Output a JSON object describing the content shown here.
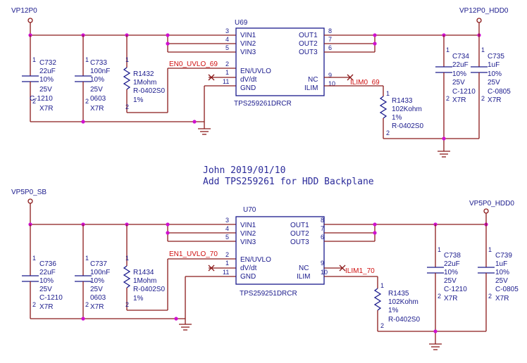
{
  "note": {
    "line1": "John 2019/01/10",
    "line2": "Add TPS259261 for HDD Backplane"
  },
  "top": {
    "net_in": "VP12P0",
    "net_out": "VP12P0_HDD0",
    "ic_ref": "U69",
    "ic_part": "TPS259261DRCR",
    "en_net": "EN0_UVLO_69",
    "ilim_net": "ILIM0_69",
    "caps_in": [
      {
        "ref": "C732",
        "val": "22uF",
        "tol": "10%",
        "volt": "25V",
        "pkg": "C-1210",
        "diel": "X7R"
      },
      {
        "ref": "C733",
        "val": "100nF",
        "tol": "10%",
        "volt": "25V",
        "pkg": "0603",
        "diel": "X7R"
      }
    ],
    "res_en": {
      "ref": "R1432",
      "val": "1Mohm",
      "pkg": "R-0402S0",
      "tol": "1%"
    },
    "res_ilim": {
      "ref": "R1433",
      "val": "102Kohm",
      "tol": "1%",
      "pkg": "R-0402S0"
    },
    "caps_out": [
      {
        "ref": "C734",
        "val": "22uF",
        "tol": "10%",
        "volt": "25V",
        "pkg": "C-1210",
        "diel": "X7R"
      },
      {
        "ref": "C735",
        "val": "1uF",
        "tol": "10%",
        "volt": "25V",
        "pkg": "C-0805",
        "diel": "X7R"
      }
    ]
  },
  "bottom": {
    "net_in": "VP5P0_SB",
    "net_out": "VP5P0_HDD0",
    "ic_ref": "U70",
    "ic_part": "TPS259251DRCR",
    "en_net": "EN1_UVLO_70",
    "ilim_net": "ILIM1_70",
    "caps_in": [
      {
        "ref": "C736",
        "val": "22uF",
        "tol": "10%",
        "volt": "25V",
        "pkg": "C-1210",
        "diel": "X7R"
      },
      {
        "ref": "C737",
        "val": "100nF",
        "tol": "10%",
        "volt": "25V",
        "pkg": "0603",
        "diel": "X7R"
      }
    ],
    "res_en": {
      "ref": "R1434",
      "val": "1Mohm",
      "pkg": "R-0402S0",
      "tol": "1%"
    },
    "res_ilim": {
      "ref": "R1435",
      "val": "102Kohm",
      "tol": "1%",
      "pkg": "R-0402S0"
    },
    "caps_out": [
      {
        "ref": "C738",
        "val": "22uF",
        "tol": "10%",
        "volt": "25V",
        "pkg": "C-1210",
        "diel": "X7R"
      },
      {
        "ref": "C739",
        "val": "1uF",
        "tol": "10%",
        "volt": "25V",
        "pkg": "C-0805",
        "diel": "X7R"
      }
    ]
  },
  "pins": {
    "vin1": "VIN1",
    "vin2": "VIN2",
    "vin3": "VIN3",
    "en": "EN/UVLO",
    "dvdt": "dV/dt",
    "gnd": "GND",
    "out1": "OUT1",
    "out2": "OUT2",
    "out3": "OUT3",
    "nc": "NC",
    "ilim": "ILIM",
    "n1": "1",
    "n2": "2",
    "n3": "3",
    "n4": "4",
    "n5": "5",
    "n6": "6",
    "n7": "7",
    "n8": "8",
    "n9": "9",
    "n10": "10",
    "n11": "11"
  }
}
